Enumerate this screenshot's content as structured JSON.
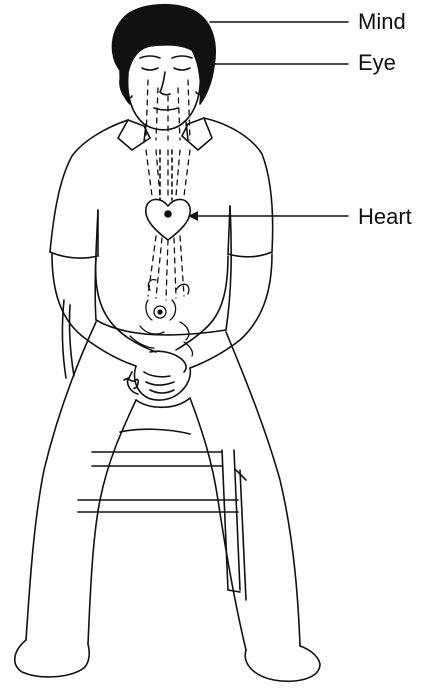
{
  "labels": {
    "mind": "Mind",
    "eye": "Eye",
    "heart": "Heart"
  },
  "colors": {
    "ink": "#111111",
    "background": "#ffffff"
  }
}
